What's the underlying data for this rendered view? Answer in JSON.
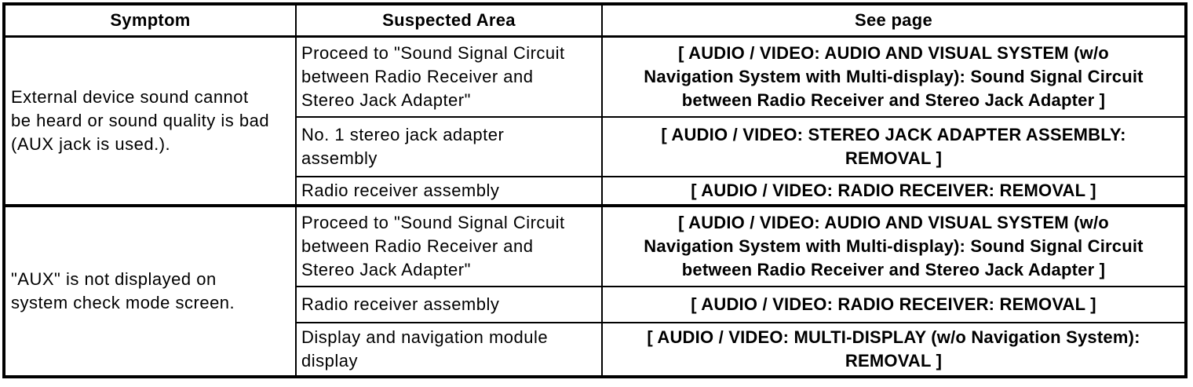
{
  "table": {
    "headers": [
      "Symptom",
      "Suspected Area",
      "See page"
    ],
    "groups": [
      {
        "symptom": "External device sound cannot\nbe heard or sound quality is bad\n(AUX jack is used.).",
        "rows": [
          {
            "suspected_area": "Proceed to \"Sound Signal Circuit\nbetween Radio Receiver and\nStereo Jack Adapter\"",
            "see_page": "[ AUDIO / VIDEO: AUDIO AND VISUAL SYSTEM (w/o\nNavigation System with Multi-display): Sound Signal Circuit\nbetween Radio Receiver and Stereo Jack Adapter ]"
          },
          {
            "suspected_area": "No. 1 stereo jack adapter\nassembly",
            "see_page": "[ AUDIO / VIDEO: STEREO JACK ADAPTER ASSEMBLY:\nREMOVAL ]"
          },
          {
            "suspected_area": "Radio receiver assembly",
            "see_page": "[ AUDIO / VIDEO: RADIO RECEIVER: REMOVAL ]"
          }
        ]
      },
      {
        "symptom": "\"AUX\" is not displayed on\nsystem check mode screen.",
        "rows": [
          {
            "suspected_area": "Proceed to \"Sound Signal Circuit\nbetween Radio Receiver and\nStereo Jack Adapter\"",
            "see_page": "[ AUDIO / VIDEO: AUDIO AND VISUAL SYSTEM (w/o\nNavigation System with Multi-display): Sound Signal Circuit\nbetween Radio Receiver and Stereo Jack Adapter ]"
          },
          {
            "suspected_area": "Radio receiver assembly",
            "see_page": "[ AUDIO / VIDEO: RADIO RECEIVER: REMOVAL ]"
          },
          {
            "suspected_area": "Display and navigation module\ndisplay",
            "see_page": "[ AUDIO / VIDEO: MULTI-DISPLAY (w/o Navigation System):\nREMOVAL ]"
          }
        ]
      }
    ],
    "colors": {
      "border": "#000000",
      "text": "#000000",
      "background": "#ffffff"
    }
  }
}
